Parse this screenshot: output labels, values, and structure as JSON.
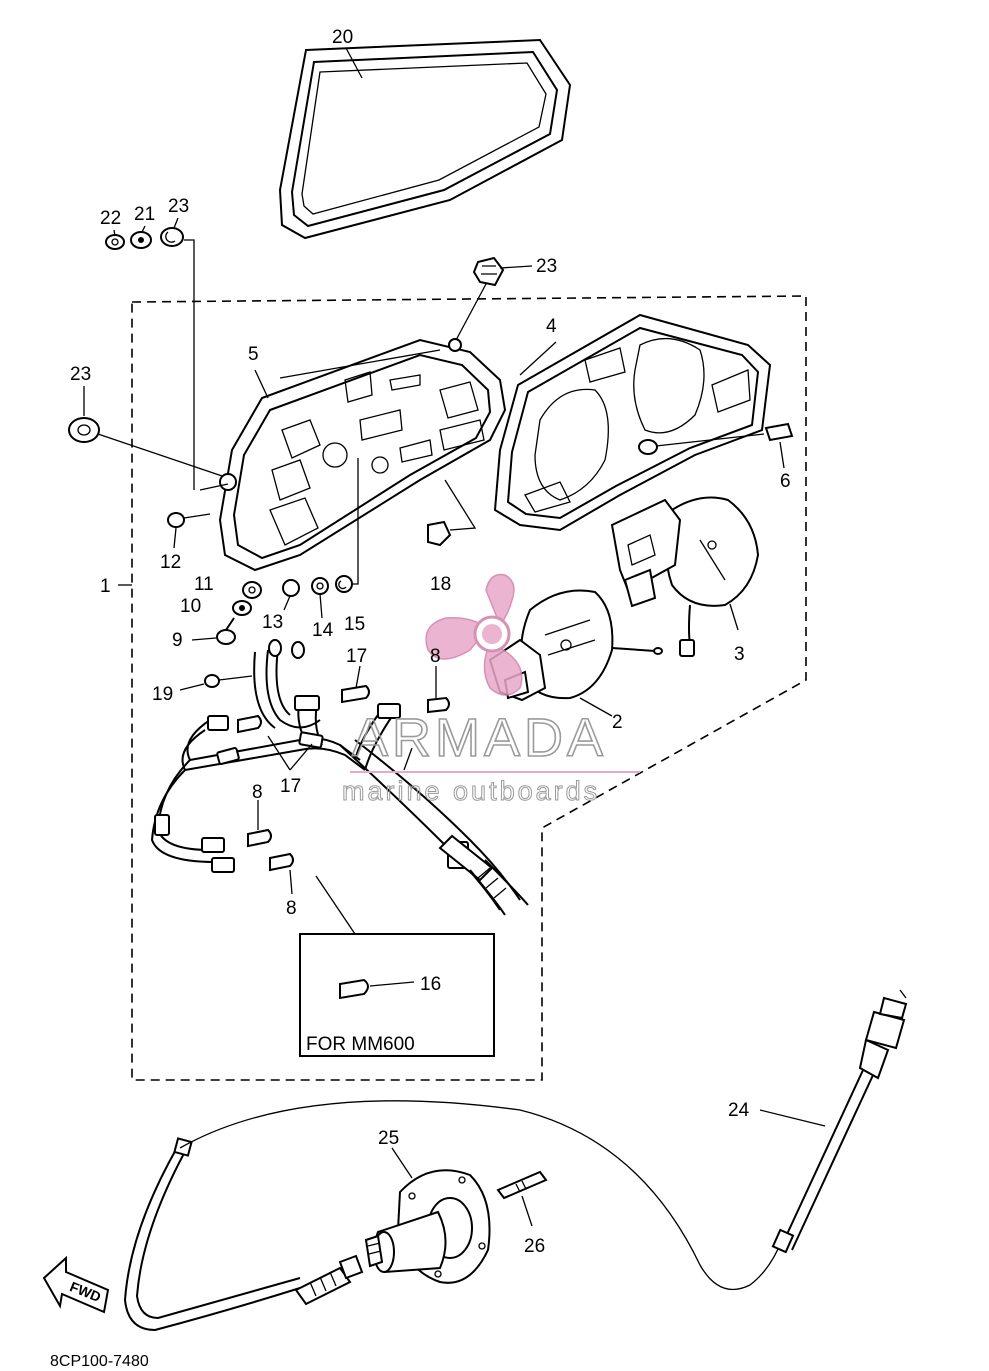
{
  "diagram": {
    "callouts": [
      {
        "id": "c20",
        "text": "20"
      },
      {
        "id": "c22",
        "text": "22"
      },
      {
        "id": "c21",
        "text": "21"
      },
      {
        "id": "c23a",
        "text": "23"
      },
      {
        "id": "c23b",
        "text": "23"
      },
      {
        "id": "c23c",
        "text": "23"
      },
      {
        "id": "c4",
        "text": "4"
      },
      {
        "id": "c5",
        "text": "5"
      },
      {
        "id": "c6",
        "text": "6"
      },
      {
        "id": "c12",
        "text": "12"
      },
      {
        "id": "c1",
        "text": "1"
      },
      {
        "id": "c11",
        "text": "11"
      },
      {
        "id": "c10",
        "text": "10"
      },
      {
        "id": "c13",
        "text": "13"
      },
      {
        "id": "c14",
        "text": "14"
      },
      {
        "id": "c15",
        "text": "15"
      },
      {
        "id": "c18",
        "text": "18"
      },
      {
        "id": "c3",
        "text": "3"
      },
      {
        "id": "c9",
        "text": "9"
      },
      {
        "id": "c17a",
        "text": "17"
      },
      {
        "id": "c8a",
        "text": "8"
      },
      {
        "id": "c19",
        "text": "19"
      },
      {
        "id": "c2",
        "text": "2"
      },
      {
        "id": "c17b",
        "text": "17"
      },
      {
        "id": "c8b",
        "text": "8"
      },
      {
        "id": "c8c",
        "text": "8"
      },
      {
        "id": "c16",
        "text": "16"
      },
      {
        "id": "c24",
        "text": "24"
      },
      {
        "id": "c25",
        "text": "25"
      },
      {
        "id": "c26",
        "text": "26"
      }
    ],
    "inset_label": "FOR MM600",
    "fwd_label": "FWD",
    "diagram_code": "8CP100-7480"
  },
  "watermark": {
    "brand": "ARMADA",
    "tagline": "marine outboards",
    "accent_color": "#e8a8c8",
    "stroke_color": "#9a9a9a"
  }
}
